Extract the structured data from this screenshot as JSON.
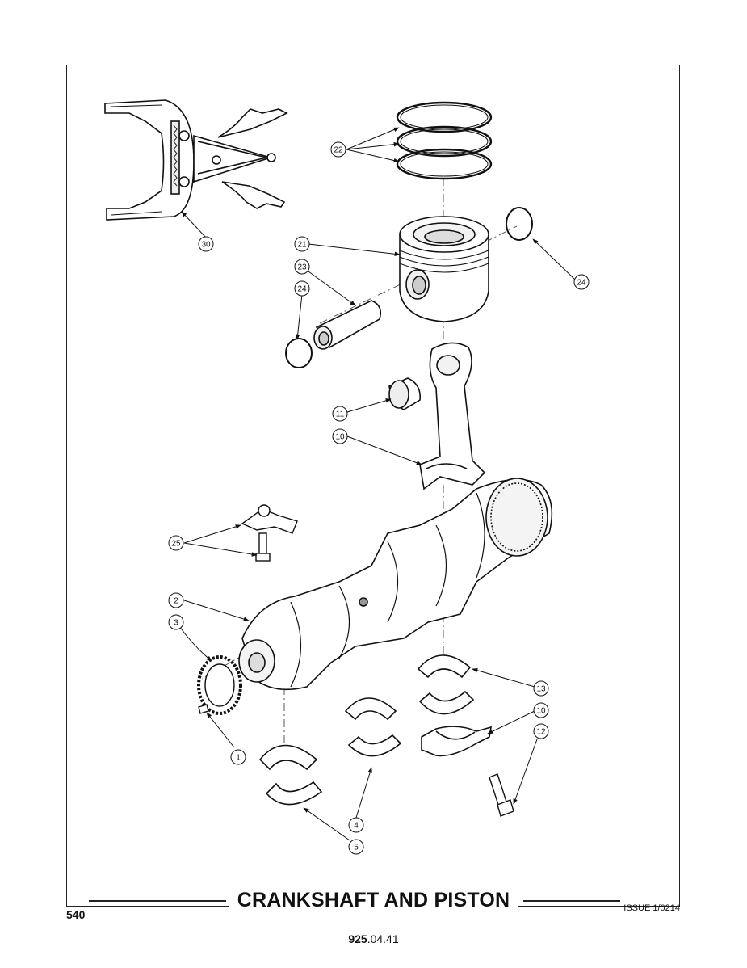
{
  "title": "CRANKSHAFT AND PISTON",
  "page_number": "540",
  "issue": "ISSUE 1/0214",
  "doc_code": {
    "bold": "925",
    "rest": ".04.41"
  },
  "callouts": [
    {
      "id": "c30",
      "label": "30"
    },
    {
      "id": "c22",
      "label": "22"
    },
    {
      "id": "c21",
      "label": "21"
    },
    {
      "id": "c23",
      "label": "23"
    },
    {
      "id": "c24a",
      "label": "24"
    },
    {
      "id": "c24b",
      "label": "24"
    },
    {
      "id": "c11",
      "label": "11"
    },
    {
      "id": "c10a",
      "label": "10"
    },
    {
      "id": "c25",
      "label": "25"
    },
    {
      "id": "c2",
      "label": "2"
    },
    {
      "id": "c3",
      "label": "3"
    },
    {
      "id": "c1",
      "label": "1"
    },
    {
      "id": "c13",
      "label": "13"
    },
    {
      "id": "c10b",
      "label": "10"
    },
    {
      "id": "c12",
      "label": "12"
    },
    {
      "id": "c4",
      "label": "4"
    },
    {
      "id": "c5",
      "label": "5"
    }
  ]
}
